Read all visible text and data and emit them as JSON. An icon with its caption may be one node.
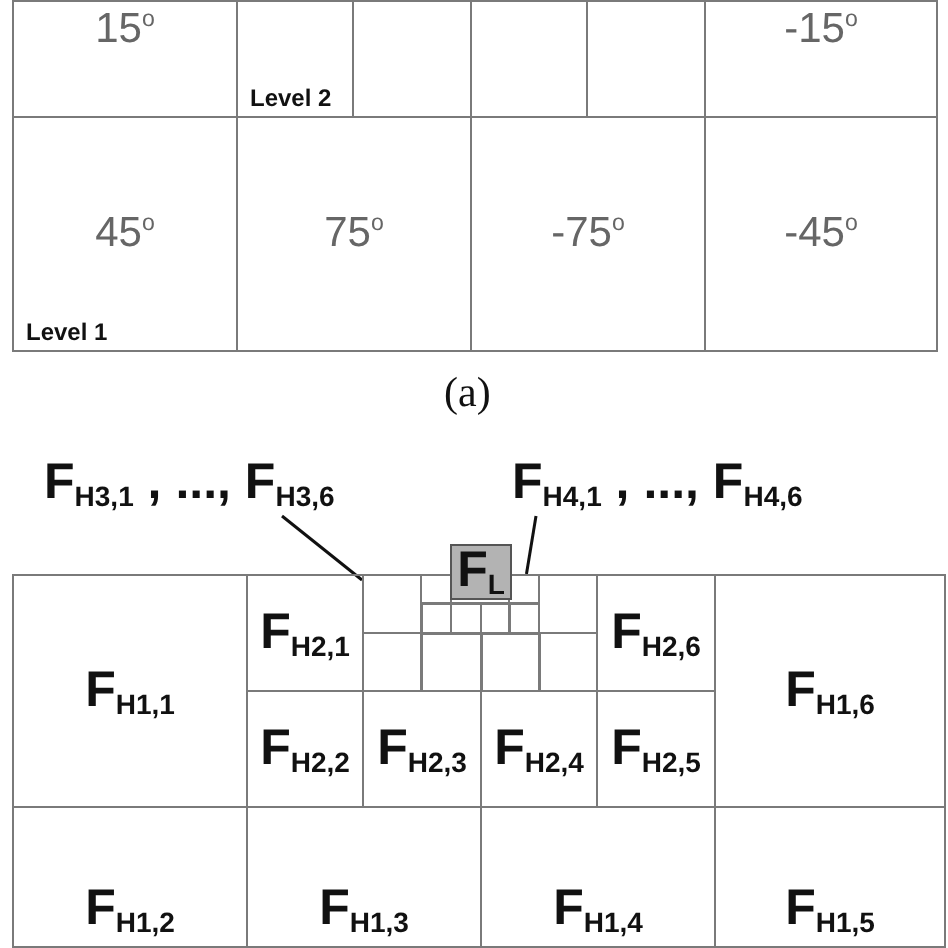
{
  "diagram": {
    "nodes": [
      {
        "text": [
          "15$^{o}$"
        ]
      },
      {
        "text": [
          "Level 2"
        ]
      },
      {
        "text": [],
        "shape": "box"
      },
      {
        "text": [],
        "shape": "box"
      },
      {
        "text": [],
        "shape": "box"
      },
      {
        "text": [
          "-15$^{o}$"
        ]
      },
      {
        "text": [
          "45$^{o}$",
          "Level 1"
        ]
      },
      {
        "text": [
          "75$^{o}$"
        ]
      },
      {
        "text": [
          "-75$^{o}$"
        ]
      },
      {
        "text": [
          "-45$^{o}$"
        ]
      },
      {
        "text": [
          "F$_{H3,1}$ , ..., F$_{H3,6}$"
        ]
      },
      {
        "text": [
          "F$_{H4,1}$ , ..., F$_{H4,6}$"
        ]
      },
      {
        "text": [
          "F$_{L}$"
        ]
      },
      {
        "text": [
          "F$_{H1,1}$"
        ]
      },
      {
        "text": [
          "F$_{H2,1}$"
        ]
      },
      {
        "text": [],
        "shape": "box"
      },
      {
        "text": [],
        "shape": "box"
      },
      {
        "text": [
          "F$_{H2,6}$"
        ]
      },
      {
        "text": [
          "F$_{H1,6}$"
        ]
      },
      {
        "text": [
          "F$_{H2,2}$"
        ]
      },
      {
        "text": [
          "F$_{H2,3}$"
        ]
      },
      {
        "text": [
          "F$_{H2,4}$"
        ]
      },
      {
        "text": [
          "F$_{H2,5}$"
        ]
      },
      {
        "text": [
          "F$_{H1,2}$"
        ]
      },
      {
        "text": [
          "F$_{H1,3}$"
        ]
      },
      {
        "text": [
          "F$_{H1,4}$"
        ]
      },
      {
        "text": [
          "F$_{H1,5}$"
        ]
      },
      {
        "text": [],
        "shape": "box"
      },
      {
        "text": [],
        "shape": "box"
      },
      {
        "text": [],
        "shape": "box"
      }
    ],
    "edges": [
      {
        "from": 10,
        "to": 15,
        "arrow": "none"
      },
      {
        "from": 11,
        "to": 16,
        "arrow": "none"
      }
    ],
    "labels": [
      "(a)"
    ]
  }
}
